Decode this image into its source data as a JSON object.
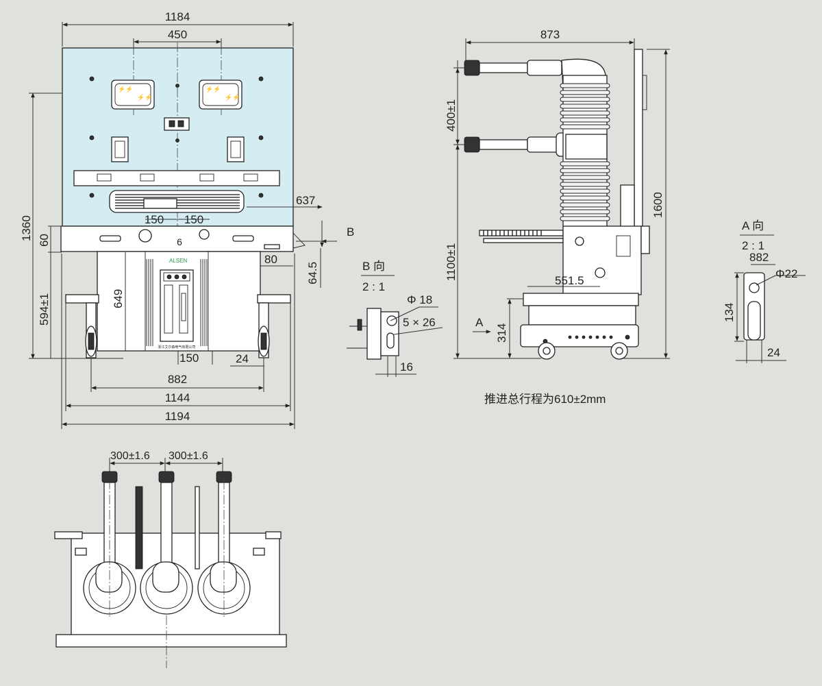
{
  "colors": {
    "background": "#dfe2dc",
    "panel_fill": "#d6ecf3",
    "line": "#222222",
    "logo_green": "#2e9a45"
  },
  "front_view": {
    "dim_top_width": "1184",
    "dim_top_center": "450",
    "dim_height_total": "1360",
    "dim_height_60": "60",
    "dim_height_594": "594±1",
    "dim_649": "649",
    "dim_637": "637",
    "dim_150_left": "150",
    "dim_150_right": "150",
    "dim_6": "6",
    "dim_80": "80",
    "dim_64_5": "64.5",
    "dim_150_bottom": "150",
    "dim_24": "24",
    "dim_882": "882",
    "dim_1144": "1144",
    "dim_1194": "1194",
    "b_arrow_label": "B",
    "logo_text": "ALSEN",
    "nameplate_text": "浙江艾尔森电气有限公司"
  },
  "detail_b": {
    "title": "B 向",
    "scale": "2 : 1",
    "dim_phi18": "Φ 18",
    "dim_slot": "5 × 26",
    "dim_16": "16"
  },
  "side_view": {
    "dim_873": "873",
    "dim_400": "400±1",
    "dim_1100": "1100±1",
    "dim_1600": "1600",
    "dim_551_5": "551.5",
    "dim_314": "314",
    "a_arrow_label": "A",
    "travel_note": "推进总行程为610±2mm"
  },
  "detail_a": {
    "title": "A 向",
    "scale": "2 : 1",
    "dim_882": "882",
    "dim_phi22": "Φ22",
    "dim_134": "134",
    "dim_24": "24"
  },
  "top_view": {
    "dim_pitch_left": "300±1.6",
    "dim_pitch_right": "300±1.6"
  }
}
